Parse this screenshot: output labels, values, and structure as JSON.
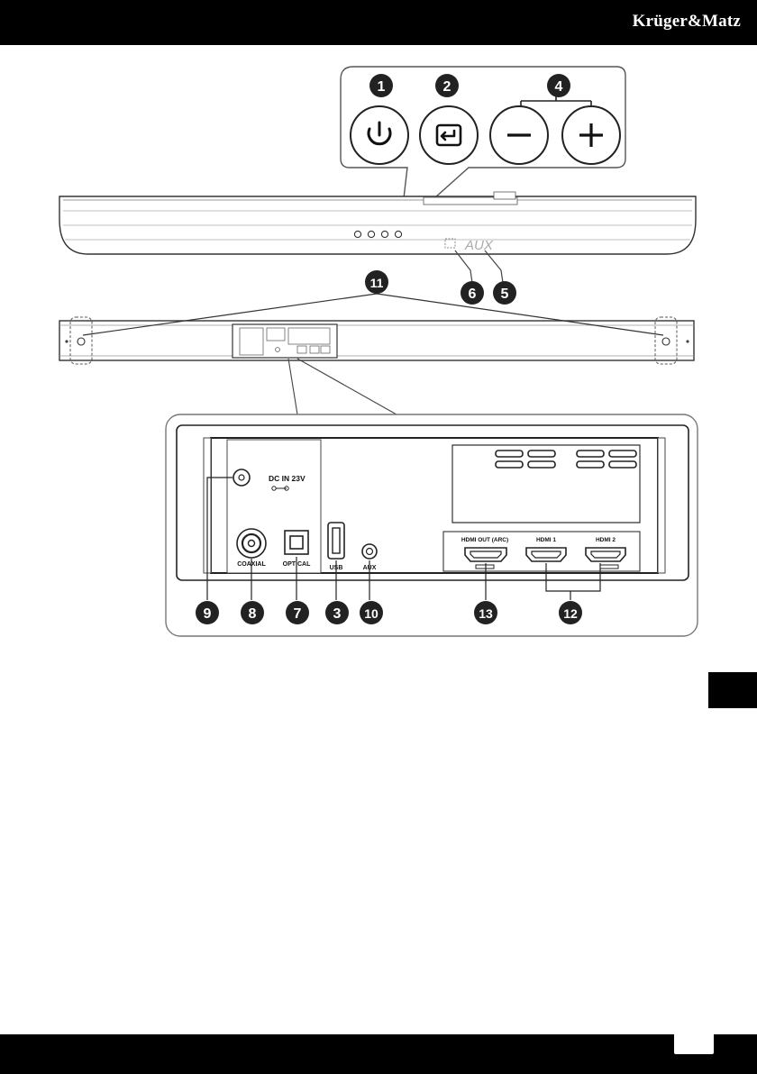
{
  "header": {
    "brand": "Krüger&Matz"
  },
  "front_panel": {
    "aux_indicator": "AUX"
  },
  "connectors": {
    "dc_in": "DC IN 23V",
    "coaxial": "COAXIAL",
    "optical": "OPTICAL",
    "usb": "USB",
    "aux": "AUX",
    "hdmi_out": "HDMI OUT (ARC)",
    "hdmi1": "HDMI 1",
    "hdmi2": "HDMI 2"
  },
  "callouts": {
    "c1": "1",
    "c2": "2",
    "c3": "3",
    "c4": "4",
    "c5": "5",
    "c6": "6",
    "c7": "7",
    "c8": "8",
    "c9": "9",
    "c10": "10",
    "c11": "11",
    "c12": "12",
    "c13": "13"
  },
  "colors": {
    "bar": "#000000",
    "line": "#333333",
    "callout": "#222222"
  },
  "footer": {
    "page_number": ""
  }
}
